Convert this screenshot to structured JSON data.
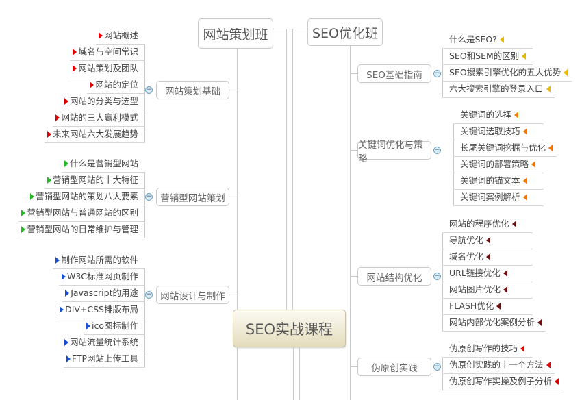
{
  "root": "SEO实战课程",
  "left_branch": {
    "title": "网站策划班",
    "groups": [
      {
        "label": "网站策划基础",
        "arrow_color": "#e00000",
        "items": [
          "网站概述",
          "域名与空间常识",
          "网站策划及团队",
          "网站的定位",
          "网站的分类与选型",
          "网站的三大赢利模式",
          "未来网站六大发展趋势"
        ]
      },
      {
        "label": "营销型网站策划",
        "arrow_color": "#22bb22",
        "items": [
          "什么是营销型网站",
          "营销型网站的十大特征",
          "营销型网站的策划八大要素",
          "营销型网站与普通网站的区别",
          "营销型网站的日常维护与管理"
        ]
      },
      {
        "label": "网站设计与制作",
        "arrow_color": "#1a4fd0",
        "items": [
          "制作网站所需的软件",
          "W3C标准网页制作",
          "Javascript的用途",
          "DIV+CSS排版布局",
          "ico图标制作",
          "网站流量统计系统",
          "FTP网站上传工具"
        ]
      }
    ]
  },
  "right_branch": {
    "title": "SEO优化班",
    "groups": [
      {
        "label": "SEO基础指南",
        "arrow_color": "#e8b800",
        "items": [
          "什么是SEO?",
          "SEO和SEM的区别",
          "SEO搜索引擎优化的五大优势",
          "六大搜索引擎的登录入口"
        ]
      },
      {
        "label": "关键词优化与策略",
        "arrow_color": "#f07800",
        "items": [
          "关键词的选择",
          "关键词选取技巧",
          "长尾关键词挖掘与优化",
          "关键词的部署策略",
          "关键词的锚文本",
          "关键词案例解析"
        ]
      },
      {
        "label": "网站结构优化",
        "arrow_color": "#6b0f0f",
        "items": [
          "网站的程序优化",
          "导航优化",
          "域名优化",
          "URL链接优化",
          "网站图片优化",
          "FLASH优化",
          "网站内部优化案例分析"
        ]
      },
      {
        "label": "伪原创实践",
        "arrow_color": "#e00000",
        "items": [
          "伪原创写作的技巧",
          "伪原创实践的十一个方法",
          "伪原创写作实操及例子分析"
        ]
      }
    ]
  },
  "toggle_symbol": "−"
}
